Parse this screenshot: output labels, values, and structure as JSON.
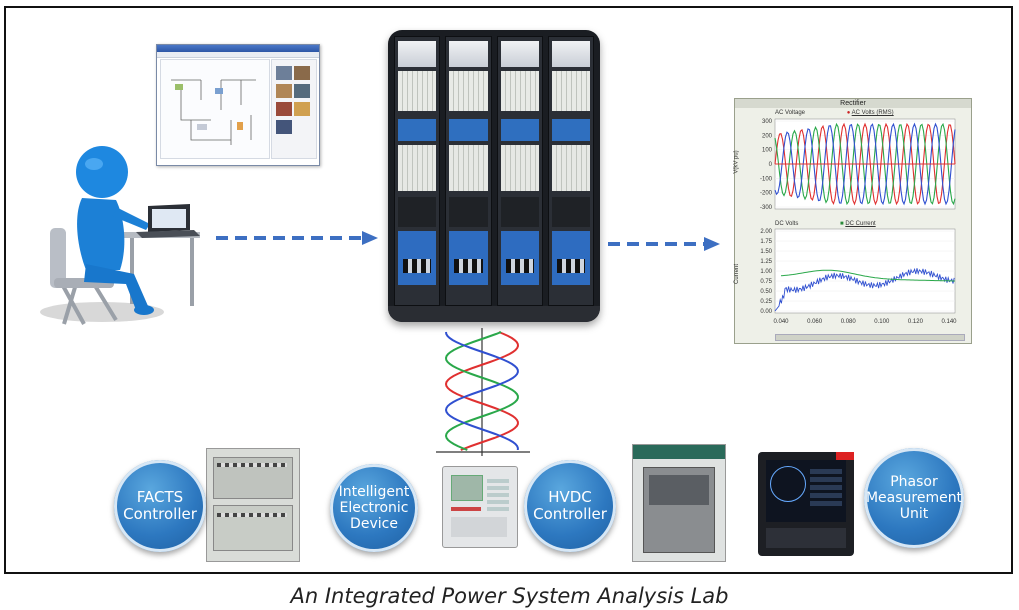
{
  "caption": "An Integrated Power System Analysis Lab",
  "rtds": {
    "cubicle_count": 4
  },
  "scope": {
    "title": "Rectifier",
    "top_panel": {
      "legend_ac_voltage": "AC Voltage",
      "legend_ac_volts_rms": "AC Volts (RMS)",
      "ylabel": "V(kV pu)",
      "yticks": [
        "300",
        "200",
        "100",
        "0",
        "-100",
        "-200",
        "-300"
      ]
    },
    "bottom_panel": {
      "legend_dc_volts": "DC Volts",
      "legend_dc_current": "DC Current",
      "ylabel": "Current",
      "yticks": [
        "2.00",
        "1.75",
        "1.50",
        "1.25",
        "1.00",
        "0.75",
        "0.50",
        "0.25",
        "0.00"
      ]
    },
    "xticks": [
      "0.040",
      "0.060",
      "0.080",
      "0.100",
      "0.120",
      "0.140"
    ]
  },
  "devices": [
    {
      "label": "FACTS\nController"
    },
    {
      "label": "Intelligent\nElectronic\nDevice"
    },
    {
      "label": "HVDC\nController"
    },
    {
      "label": "Phasor\nMeasurement\nUnit"
    }
  ],
  "colors": {
    "bubble": "#2d78c0",
    "arrow": "#3d6fc2",
    "wave_red": "#e03030",
    "wave_green": "#2aa84a",
    "wave_blue": "#3050d0"
  }
}
